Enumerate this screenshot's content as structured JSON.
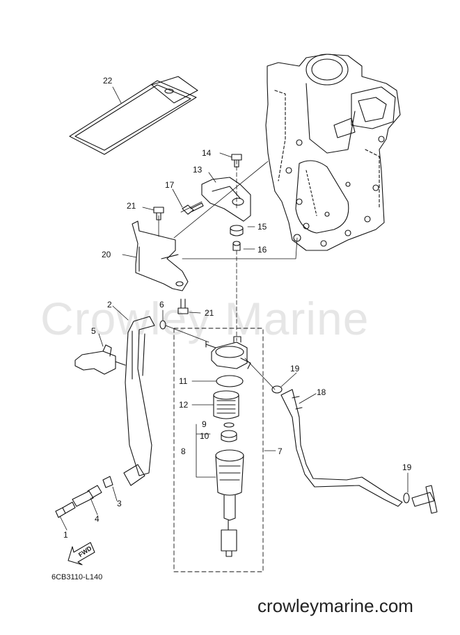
{
  "watermark": "Crowley Marine",
  "diagram_code": "6CB3110-L140",
  "site": "crowleymarine.com",
  "fwd_label": "FWD",
  "parts": [
    {
      "id": "p1",
      "label": "1"
    },
    {
      "id": "p2",
      "label": "2"
    },
    {
      "id": "p3",
      "label": "3"
    },
    {
      "id": "p4",
      "label": "4"
    },
    {
      "id": "p5",
      "label": "5"
    },
    {
      "id": "p6",
      "label": "6"
    },
    {
      "id": "p7",
      "label": "7"
    },
    {
      "id": "p8",
      "label": "8"
    },
    {
      "id": "p9",
      "label": "9"
    },
    {
      "id": "p10",
      "label": "10"
    },
    {
      "id": "p11",
      "label": "11"
    },
    {
      "id": "p12",
      "label": "12"
    },
    {
      "id": "p13",
      "label": "13"
    },
    {
      "id": "p14",
      "label": "14"
    },
    {
      "id": "p15",
      "label": "15"
    },
    {
      "id": "p16",
      "label": "16"
    },
    {
      "id": "p17",
      "label": "17"
    },
    {
      "id": "p18",
      "label": "18"
    },
    {
      "id": "p19a",
      "label": "19"
    },
    {
      "id": "p19b",
      "label": "19"
    },
    {
      "id": "p20",
      "label": "20"
    },
    {
      "id": "p21a",
      "label": "21"
    },
    {
      "id": "p21b",
      "label": "21"
    },
    {
      "id": "p22",
      "label": "22"
    }
  ]
}
